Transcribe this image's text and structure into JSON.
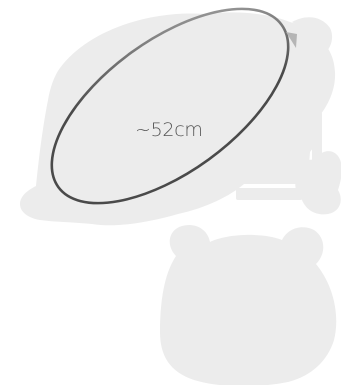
{
  "diagram": {
    "measurement_label": "~52cm",
    "measurement_kind": "head-circumference",
    "arrow_direction": "clockwise",
    "icons": [
      "hat-silhouette",
      "head-silhouette",
      "measuring-loop-arrow"
    ]
  },
  "colors": {
    "background": "#ffffff",
    "silhouette_fill": "#ececec",
    "loop_dark": "#4a4a4a",
    "loop_light": "#b5b5b5",
    "label_text": "#555555"
  }
}
